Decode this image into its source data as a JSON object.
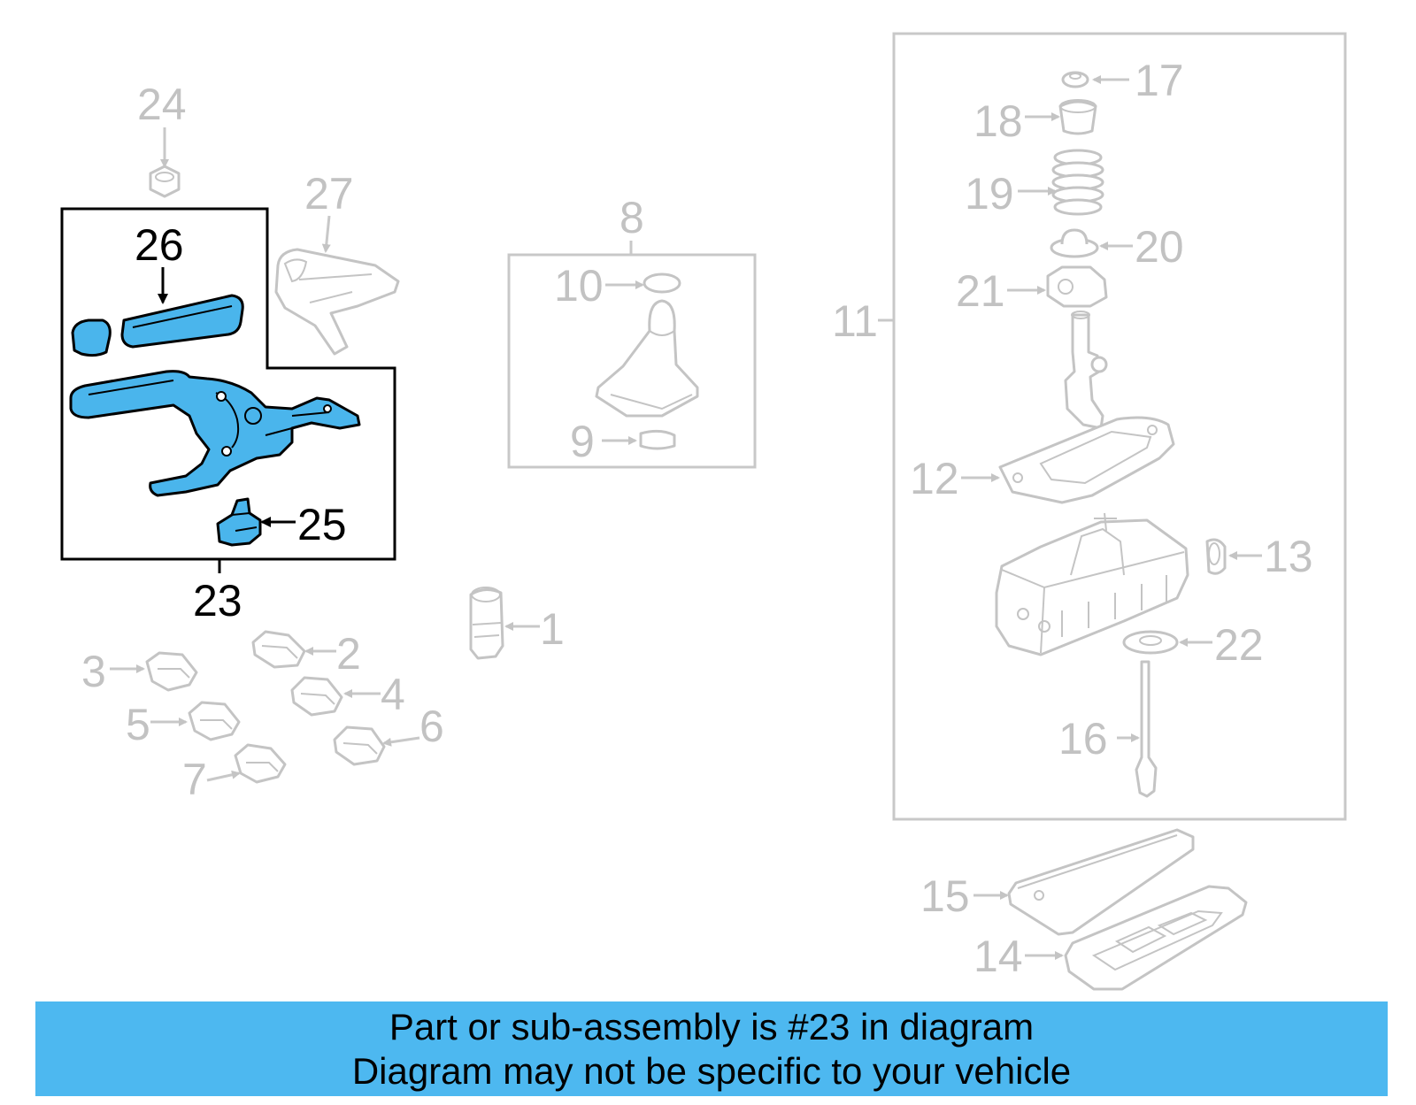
{
  "callouts": {
    "n1": "1",
    "n2": "2",
    "n3": "3",
    "n4": "4",
    "n5": "5",
    "n6": "6",
    "n7": "7",
    "n8": "8",
    "n9": "9",
    "n10": "10",
    "n11": "11",
    "n12": "12",
    "n13": "13",
    "n14": "14",
    "n15": "15",
    "n16": "16",
    "n17": "17",
    "n18": "18",
    "n19": "19",
    "n20": "20",
    "n21": "21",
    "n22": "22",
    "n23": "23",
    "n24": "24",
    "n25": "25",
    "n26": "26",
    "n27": "27"
  },
  "banner": {
    "line1": "Part or sub-assembly is #23 in diagram",
    "line2": "Diagram may not be specific to your vehicle"
  },
  "colors": {
    "highlight": "#4ab5ec",
    "banner": "#4db8f0",
    "faded": "#c4c4c4"
  }
}
